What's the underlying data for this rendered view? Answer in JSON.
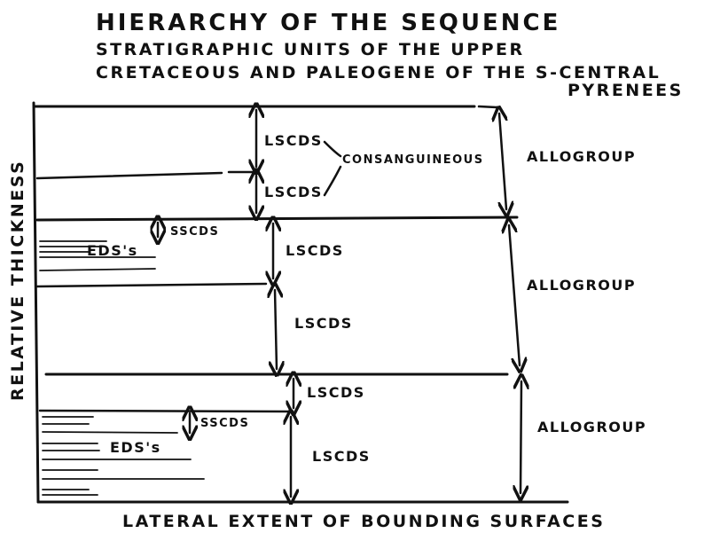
{
  "title": {
    "line1": "HIERARCHY OF THE SEQUENCE",
    "line2": "STRATIGRAPHIC UNITS OF THE UPPER",
    "line3": "CRETACEOUS AND PALEOGENE OF THE S-CENTRAL",
    "line4": "PYRENEES"
  },
  "axes": {
    "y_label": "RELATIVE THICKNESS",
    "x_label": "LATERAL EXTENT OF BOUNDING SURFACES"
  },
  "labels": {
    "lscds": "LSCDS",
    "sscds": "SSCDS",
    "eds": "EDS's",
    "consanguineous": "CONSANGUINEOUS",
    "allogroup": "ALLOGROUP"
  }
}
